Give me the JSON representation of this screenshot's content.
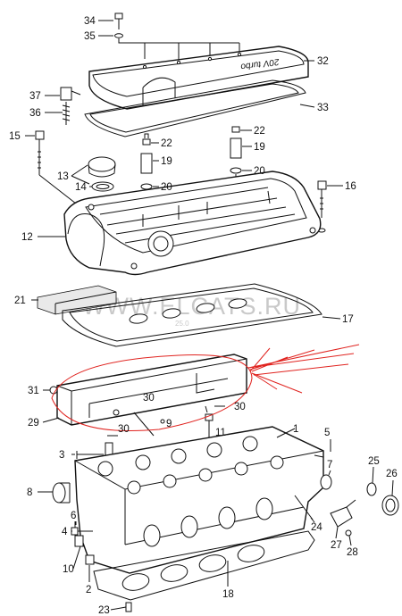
{
  "diagram": {
    "watermark": "WWW.ELCATS.RU",
    "watermark_sub": "25.0",
    "cover_text": "20V turbo",
    "annotation_color": "#e0231f",
    "line_color": "#111111",
    "callouts": [
      "34",
      "35",
      "32",
      "37",
      "36",
      "33",
      "15",
      "22",
      "19",
      "20",
      "22",
      "19",
      "20",
      "13",
      "14",
      "16",
      "12",
      "21",
      "17",
      "31",
      "29",
      "30",
      "30",
      "30",
      "9",
      "11",
      "1",
      "5",
      "7",
      "3",
      "8",
      "6",
      "4",
      "10",
      "24",
      "25",
      "26",
      "27",
      "28",
      "2",
      "23",
      "18"
    ]
  }
}
